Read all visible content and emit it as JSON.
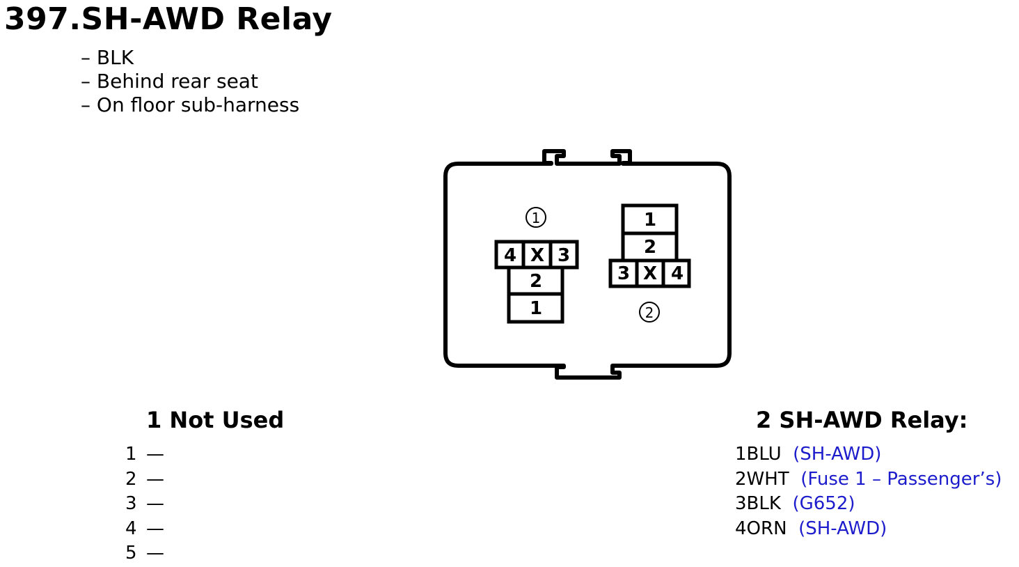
{
  "title": "397.SH-AWD Relay",
  "notes": [
    "– BLK",
    "– Behind rear seat",
    "– On floor sub-harness"
  ],
  "connector_diagram": {
    "left_connector": {
      "marker": "①",
      "top_row": [
        "4",
        "X",
        "3"
      ],
      "stack": [
        "2",
        "1"
      ]
    },
    "right_connector": {
      "marker": "②",
      "stack": [
        "1",
        "2"
      ],
      "bottom_row": [
        "3",
        "X",
        "4"
      ]
    }
  },
  "section_1": {
    "heading": "1 Not Used",
    "pins": [
      {
        "num": "1",
        "dash": "—"
      },
      {
        "num": "2",
        "dash": "—"
      },
      {
        "num": "3",
        "dash": "—"
      },
      {
        "num": "4",
        "dash": "—"
      },
      {
        "num": "5",
        "dash": "—"
      }
    ]
  },
  "section_2": {
    "heading": "2 SH-AWD Relay:",
    "pins": [
      {
        "num": "1",
        "wire": "BLU",
        "desc": "(SH-AWD)"
      },
      {
        "num": "2",
        "wire": "WHT",
        "desc": "(Fuse 1 – Passenger’s)"
      },
      {
        "num": "3",
        "wire": "BLK",
        "desc": "(G652)"
      },
      {
        "num": "4",
        "wire": "ORN",
        "desc": "(SH-AWD)"
      }
    ]
  },
  "colors": {
    "text": "#000000",
    "description": "#1c1ccc",
    "background": "#ffffff"
  }
}
